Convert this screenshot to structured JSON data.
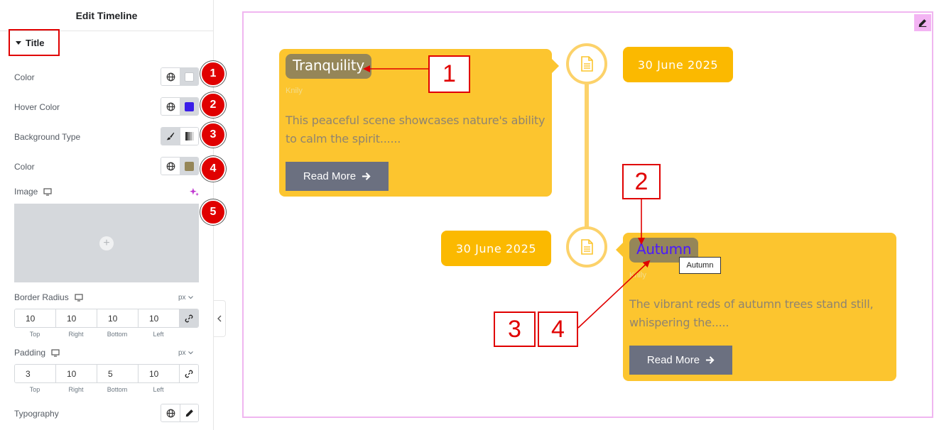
{
  "panel": {
    "title": "Edit Timeline",
    "section": "Title",
    "rows": {
      "color": "Color",
      "hover_color": "Hover Color",
      "background_type": "Background Type",
      "bg_color": "Color",
      "image": "Image",
      "border_radius": "Border Radius",
      "padding": "Padding",
      "typography": "Typography"
    },
    "unit": "px",
    "border_radius_values": {
      "top": "10",
      "right": "10",
      "bottom": "10",
      "left": "10"
    },
    "padding_values": {
      "top": "3",
      "right": "10",
      "bottom": "5",
      "left": "10"
    },
    "dim_labels": {
      "top": "Top",
      "right": "Right",
      "bottom": "Bottom",
      "left": "Left"
    },
    "colors": {
      "title_color": "#ffffff",
      "hover_color": "#3b1ee8",
      "bg_color": "#958658"
    },
    "badges": [
      "1",
      "2",
      "3",
      "4",
      "5"
    ]
  },
  "timeline": {
    "items": [
      {
        "title": "Tranquility",
        "author": "Knily",
        "description": "This peaceful scene showcases nature's ability to calm the spirit......",
        "button": "Read More",
        "date": "30 June 2025"
      },
      {
        "title": "Autumn",
        "author": "Knily",
        "description": "The vibrant reds of autumn trees stand still, whispering the.....",
        "button": "Read More",
        "date": "30 June 2025"
      }
    ],
    "tooltip": "Autumn",
    "colors": {
      "card": "#fcc52f",
      "date": "#fbb900",
      "button": "#6b7080",
      "line": "#fcd26a"
    }
  },
  "callouts": [
    "1",
    "2",
    "3",
    "4"
  ],
  "icons": [
    "globe-icon",
    "brush-icon",
    "gradient-icon",
    "monitor-icon",
    "ai-sparkle-icon",
    "plus-icon",
    "link-icon",
    "pencil-icon",
    "chevron-left-icon",
    "document-icon",
    "arrow-right-icon"
  ]
}
